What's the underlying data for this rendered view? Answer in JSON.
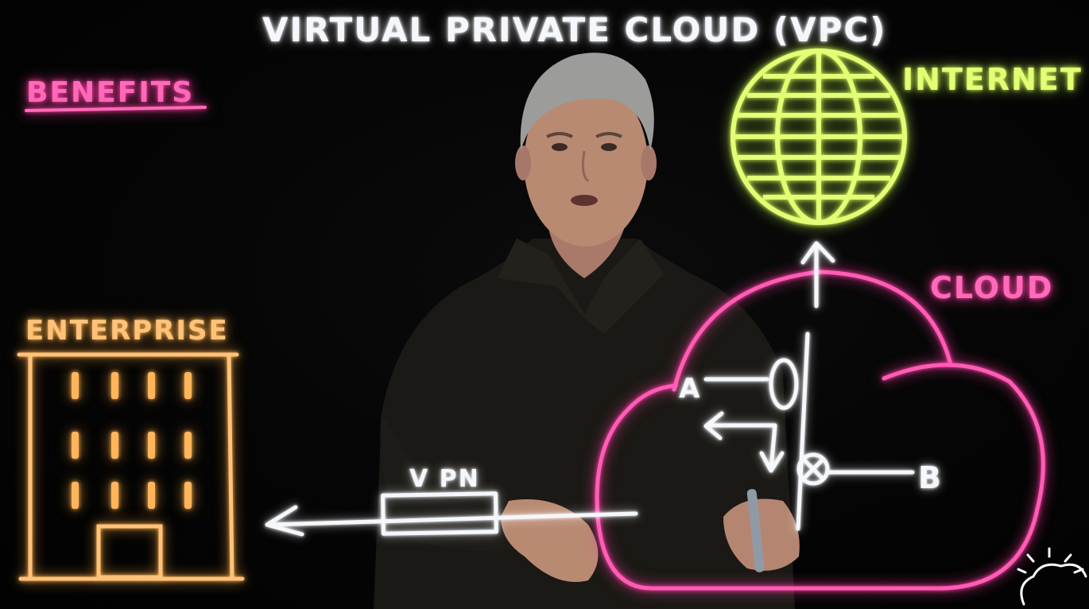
{
  "title": "VIRTUAL PRIVATE CLOUD (VPC)",
  "benefits_heading": "BENEFITS",
  "internet_label": "INTERNET",
  "cloud_label": "CLOUD",
  "enterprise_label": "ENTERPRISE",
  "vpn_label": "V PN",
  "label_a": "A",
  "label_b": "B",
  "colors": {
    "background": "#030303",
    "white_marker": "#f4f7fb",
    "pink_marker": "#ff5cb5",
    "green_marker": "#e4ff76",
    "orange_marker": "#ffc27a",
    "shirt": "#1c1a16",
    "skin": "#b98a72",
    "hair": "#9a9a98"
  },
  "icons": {
    "globe": "globe-icon",
    "building": "building-icon",
    "cloud": "cloud-icon",
    "logo": "cloud-sun-logo-icon"
  }
}
